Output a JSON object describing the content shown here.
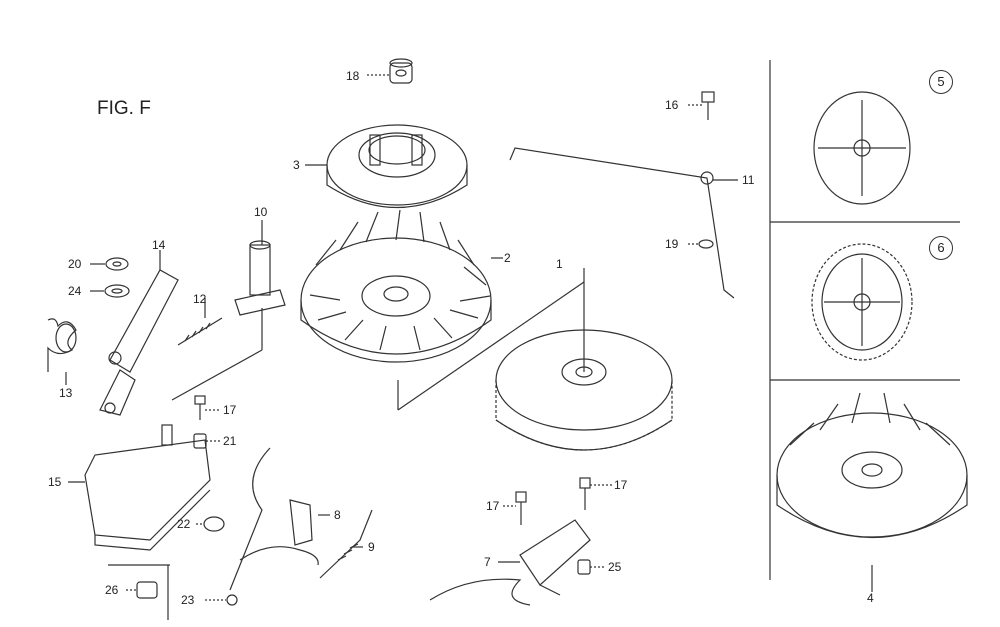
{
  "figure": {
    "title": "FIG. F"
  },
  "callouts": {
    "c1": "1",
    "c2": "2",
    "c3": "3",
    "c4": "4",
    "c7": "7",
    "c8": "8",
    "c9": "9",
    "c10": "10",
    "c11": "11",
    "c12": "12",
    "c13": "13",
    "c14": "14",
    "c15": "15",
    "c16": "16",
    "c17a": "17",
    "c17b": "17",
    "c17c": "17",
    "c18": "18",
    "c19": "19",
    "c20": "20",
    "c21": "21",
    "c22": "22",
    "c23": "23",
    "c24": "24",
    "c25": "25",
    "c26": "26"
  },
  "variants": {
    "v5": "5",
    "v6": "6"
  },
  "line_color": "#333333"
}
